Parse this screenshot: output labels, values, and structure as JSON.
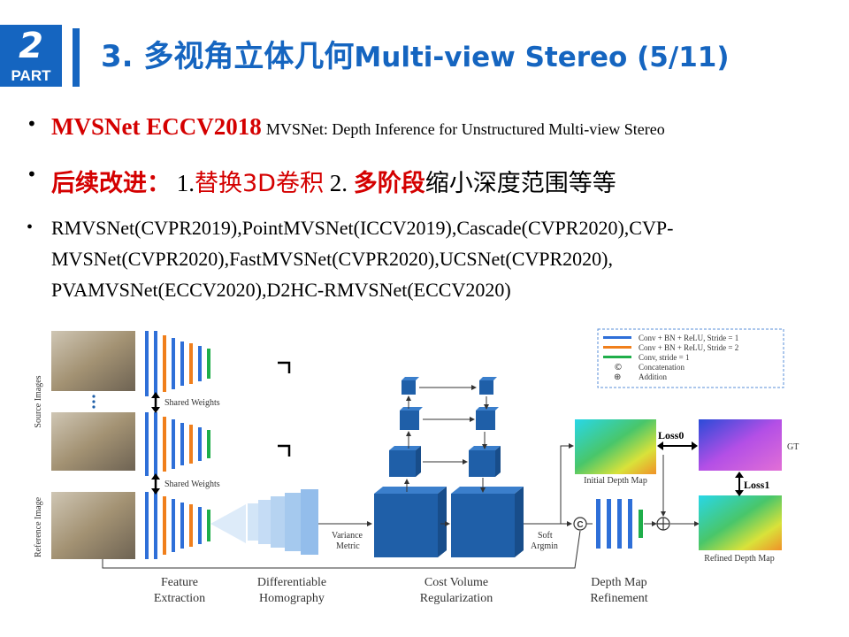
{
  "header": {
    "badge_number": "2",
    "badge_label": "PART",
    "title_cn": "3. 多视角立体几何",
    "title_en": "Multi-view Stereo  (5/11)"
  },
  "bullets": {
    "b1": {
      "highlight": "MVSNet ECCV2018",
      "text": "MVSNet: Depth Inference  for Unstructured Multi-view Stereo"
    },
    "b2": {
      "prefix": "后续改进：",
      "n1": " 1.",
      "t1": "替换3D卷积",
      "n2": " 2. ",
      "t2": "多阶段",
      "t3": "缩小深度范围等等"
    },
    "b3": {
      "lines": [
        "RMVSNet(CVPR2019),PointMVSNet(ICCV2019),Cascade(CVPR2020),CVP-",
        "MVSNet(CVPR2020),FastMVSNet(CVPR2020),UCSNet(CVPR2020),",
        "PVAMVSNet(ECCV2020),D2HC-RMVSNet(ECCV2020)"
      ]
    }
  },
  "diagram": {
    "side_source": "Source Images",
    "side_reference": "Reference Image",
    "shared1": "Shared Weights",
    "shared2": "Shared Weights",
    "variance1": "Variance",
    "variance2": "Metric",
    "soft1": "Soft",
    "soft2": "Argmin",
    "concat": "C",
    "initial_depth": "Initial Depth Map",
    "refined_depth": "Refined Depth Map",
    "loss0": "Loss0",
    "loss1": "Loss1",
    "gt": "GT",
    "stage_feature_1": "Feature",
    "stage_feature_2": "Extraction",
    "stage_homo_1": "Differentiable",
    "stage_homo_2": "Homography",
    "stage_cost_1": "Cost Volume",
    "stage_cost_2": "Regularization",
    "stage_refine_1": "Depth Map",
    "stage_refine_2": "Refinement",
    "legend": {
      "items": [
        {
          "label": "Conv + BN + ReLU, Stride = 1",
          "color": "#2e6fd8"
        },
        {
          "label": "Conv + BN + ReLU, Stride = 2",
          "color": "#f07f1b"
        },
        {
          "label": "Conv, stride = 1",
          "color": "#1fae4a"
        },
        {
          "label": "Concatenation",
          "symbol": "©"
        },
        {
          "label": "Addition",
          "symbol": "⊕"
        }
      ]
    },
    "colors": {
      "cube": "#1f5fa8",
      "blue": "#2e6fd8",
      "orange": "#f07f1b",
      "green": "#1fae4a"
    }
  }
}
